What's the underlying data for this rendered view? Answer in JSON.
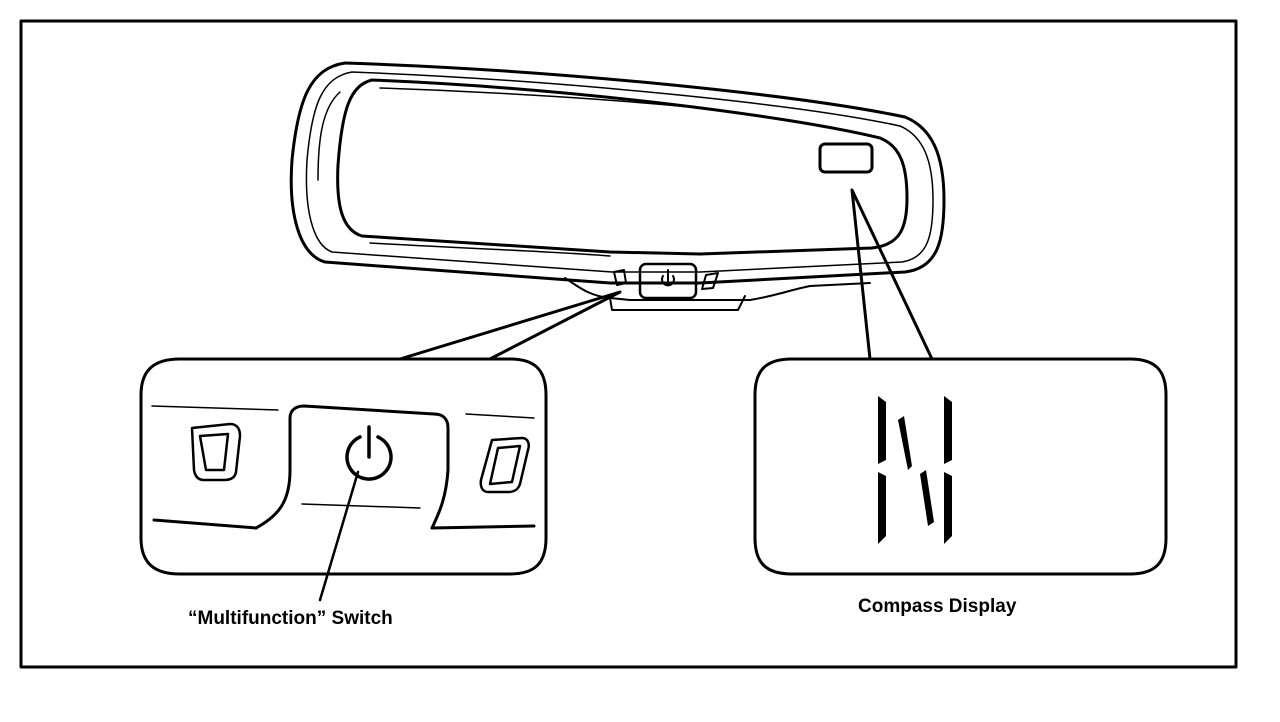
{
  "labels": {
    "multifunction_switch": "“Multifunction” Switch",
    "compass_display": "Compass Display"
  },
  "compass": {
    "heading_letter": "N"
  },
  "icons": [
    "power-icon",
    "left-sensor-icon",
    "right-sensor-icon"
  ],
  "colors": {
    "ink": "#000000",
    "paper": "#ffffff"
  }
}
